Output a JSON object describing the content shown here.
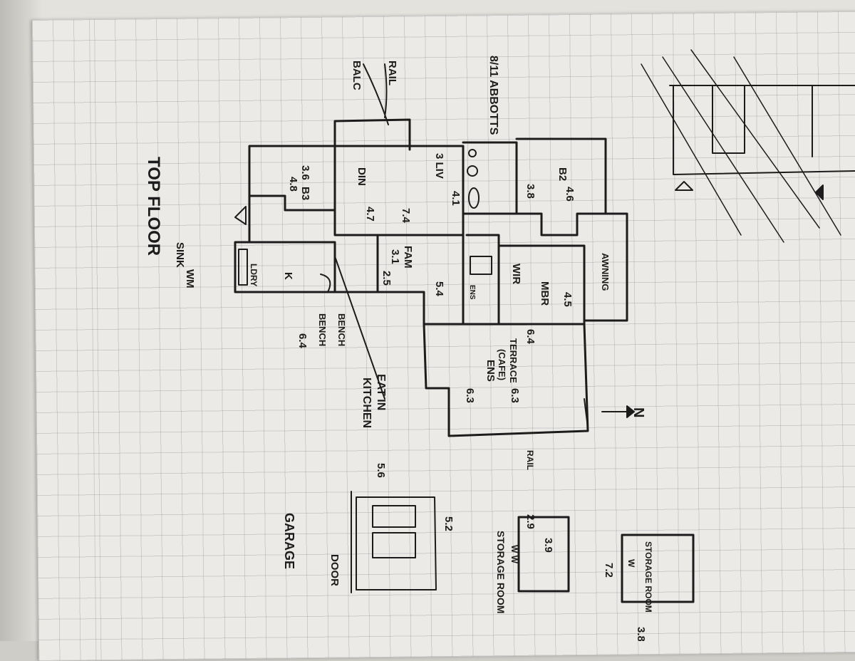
{
  "title": "TOP FLOOR",
  "address": "8/11 ABBOTTS",
  "rooms": {
    "b3": {
      "name": "B3",
      "dims": [
        "3.6",
        "4.8"
      ]
    },
    "din": {
      "name": "DIN",
      "dims": [
        "4.7"
      ]
    },
    "liv": {
      "name": "3 LIV",
      "dims": [
        "7.4",
        "4.1"
      ]
    },
    "b2": {
      "name": "B2",
      "dims": [
        "3.8",
        "4.6"
      ]
    },
    "fam": {
      "name": "FAM",
      "dims": [
        "3.1",
        "2.5",
        "5.4"
      ]
    },
    "ldry": {
      "name": "LDRY"
    },
    "kitchen": {
      "name": "K"
    },
    "wir": {
      "name": "WIR"
    },
    "mbr": {
      "name": "MBR",
      "dims": [
        "4.5"
      ]
    },
    "ens": {
      "name": "ENS"
    },
    "terrace": {
      "name": "TERRACE",
      "sub": "(CAFE)",
      "ens": "ENS",
      "dims": [
        "6.4",
        "6.3",
        "6.3"
      ]
    },
    "awning": {
      "name": "AWNING"
    },
    "garage": {
      "name": "GARAGE",
      "door": "DOOR",
      "dims": [
        "5.6",
        "5.2"
      ]
    },
    "storage1": {
      "name": "STORAGE ROOM",
      "dims": [
        "2.9",
        "3.9"
      ],
      "ww": "W W"
    },
    "storage2": {
      "name": "STORAGE ROOM",
      "dims": [
        "7.2",
        "3.8"
      ],
      "w": "W"
    }
  },
  "annotations": {
    "balc": "BALC",
    "rail": "RAIL",
    "rail2": "RAIL",
    "sink": "SINK",
    "wm": "WM",
    "bench1": "BENCH",
    "bench2": "BENCH",
    "bench_dim": "6.4",
    "eat_in": "EAT IN",
    "kitchen": "KITCHEN",
    "north": "N",
    "door_label": "DOOR",
    "window": "W"
  }
}
